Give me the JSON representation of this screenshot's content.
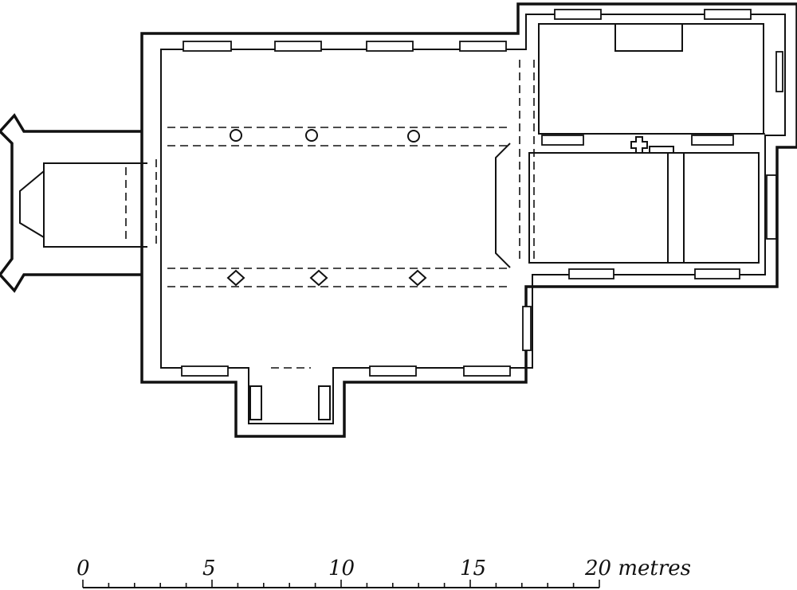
{
  "scale_bar": {
    "labels": [
      "0",
      "5",
      "10",
      "15",
      "20 metres"
    ]
  },
  "colors": {
    "line": "#111111",
    "background": "#ffffff"
  }
}
